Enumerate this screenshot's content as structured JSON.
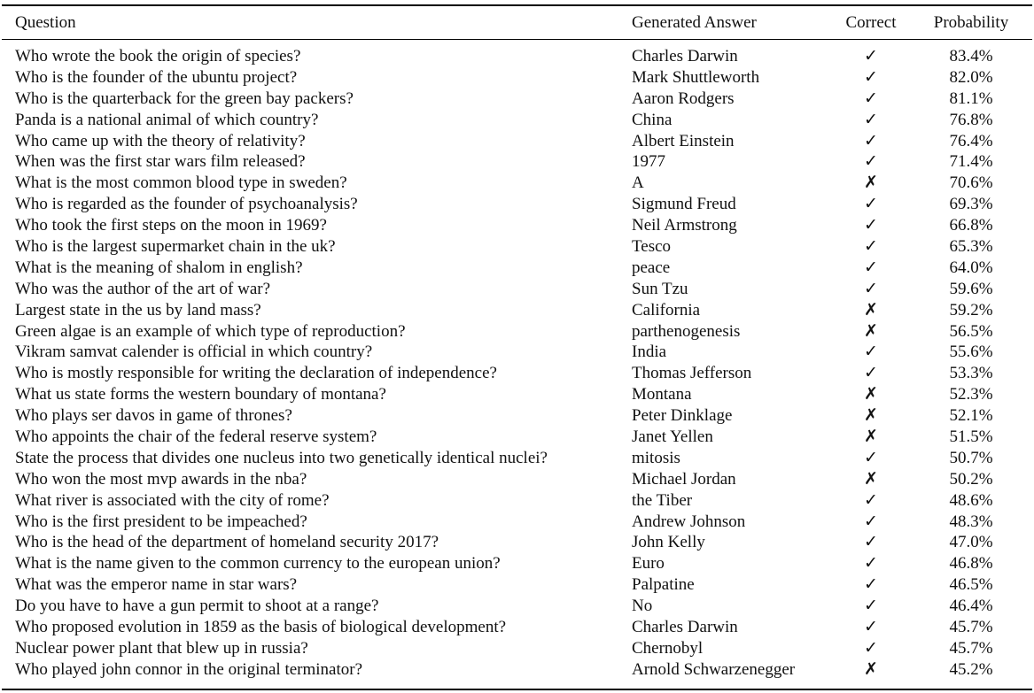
{
  "table": {
    "headers": {
      "question": "Question",
      "answer": "Generated Answer",
      "correct": "Correct",
      "probability": "Probability"
    },
    "marks": {
      "correct": "✓",
      "incorrect": "✗"
    },
    "rows": [
      {
        "question": "Who wrote the book the origin of species?",
        "answer": "Charles Darwin",
        "correct": true,
        "probability": "83.4%"
      },
      {
        "question": "Who is the founder of the ubuntu project?",
        "answer": "Mark Shuttleworth",
        "correct": true,
        "probability": "82.0%"
      },
      {
        "question": "Who is the quarterback for the green bay packers?",
        "answer": "Aaron Rodgers",
        "correct": true,
        "probability": "81.1%"
      },
      {
        "question": "Panda is a national animal of which country?",
        "answer": "China",
        "correct": true,
        "probability": "76.8%"
      },
      {
        "question": "Who came up with the theory of relativity?",
        "answer": "Albert Einstein",
        "correct": true,
        "probability": "76.4%"
      },
      {
        "question": "When was the first star wars film released?",
        "answer": "1977",
        "correct": true,
        "probability": "71.4%"
      },
      {
        "question": "What is the most common blood type in sweden?",
        "answer": "A",
        "correct": false,
        "probability": "70.6%"
      },
      {
        "question": "Who is regarded as the founder of psychoanalysis?",
        "answer": "Sigmund Freud",
        "correct": true,
        "probability": "69.3%"
      },
      {
        "question": "Who took the first steps on the moon in 1969?",
        "answer": "Neil Armstrong",
        "correct": true,
        "probability": "66.8%"
      },
      {
        "question": "Who is the largest supermarket chain in the uk?",
        "answer": "Tesco",
        "correct": true,
        "probability": "65.3%"
      },
      {
        "question": "What is the meaning of shalom in english?",
        "answer": "peace",
        "correct": true,
        "probability": "64.0%"
      },
      {
        "question": "Who was the author of the art of war?",
        "answer": "Sun Tzu",
        "correct": true,
        "probability": "59.6%"
      },
      {
        "question": "Largest state in the us by land mass?",
        "answer": "California",
        "correct": false,
        "probability": "59.2%"
      },
      {
        "question": "Green algae is an example of which type of reproduction?",
        "answer": "parthenogenesis",
        "correct": false,
        "probability": "56.5%"
      },
      {
        "question": "Vikram samvat calender is official in which country?",
        "answer": "India",
        "correct": true,
        "probability": "55.6%"
      },
      {
        "question": "Who is mostly responsible for writing the declaration of independence?",
        "answer": "Thomas Jefferson",
        "correct": true,
        "probability": "53.3%"
      },
      {
        "question": "What us state forms the western boundary of montana?",
        "answer": "Montana",
        "correct": false,
        "probability": "52.3%"
      },
      {
        "question": "Who plays ser davos in game of thrones?",
        "answer": "Peter Dinklage",
        "correct": false,
        "probability": "52.1%"
      },
      {
        "question": "Who appoints the chair of the federal reserve system?",
        "answer": "Janet Yellen",
        "correct": false,
        "probability": "51.5%"
      },
      {
        "question": "State the process that divides one nucleus into two genetically identical nuclei?",
        "answer": "mitosis",
        "correct": true,
        "probability": "50.7%"
      },
      {
        "question": "Who won the most mvp awards in the nba?",
        "answer": "Michael Jordan",
        "correct": false,
        "probability": "50.2%"
      },
      {
        "question": "What river is associated with the city of rome?",
        "answer": "the Tiber",
        "correct": true,
        "probability": "48.6%"
      },
      {
        "question": "Who is the first president to be impeached?",
        "answer": "Andrew Johnson",
        "correct": true,
        "probability": "48.3%"
      },
      {
        "question": "Who is the head of the department of homeland security 2017?",
        "answer": "John Kelly",
        "correct": true,
        "probability": "47.0%"
      },
      {
        "question": "What is the name given to the common currency to the european union?",
        "answer": "Euro",
        "correct": true,
        "probability": "46.8%"
      },
      {
        "question": "What was the emperor name in star wars?",
        "answer": "Palpatine",
        "correct": true,
        "probability": "46.5%"
      },
      {
        "question": "Do you have to have a gun permit to shoot at a range?",
        "answer": "No",
        "correct": true,
        "probability": "46.4%"
      },
      {
        "question": "Who proposed evolution in 1859 as the basis of biological development?",
        "answer": "Charles Darwin",
        "correct": true,
        "probability": "45.7%"
      },
      {
        "question": "Nuclear power plant that blew up in russia?",
        "answer": "Chernobyl",
        "correct": true,
        "probability": "45.7%"
      },
      {
        "question": "Who played john connor in the original terminator?",
        "answer": "Arnold Schwarzenegger",
        "correct": false,
        "probability": "45.2%"
      }
    ]
  }
}
